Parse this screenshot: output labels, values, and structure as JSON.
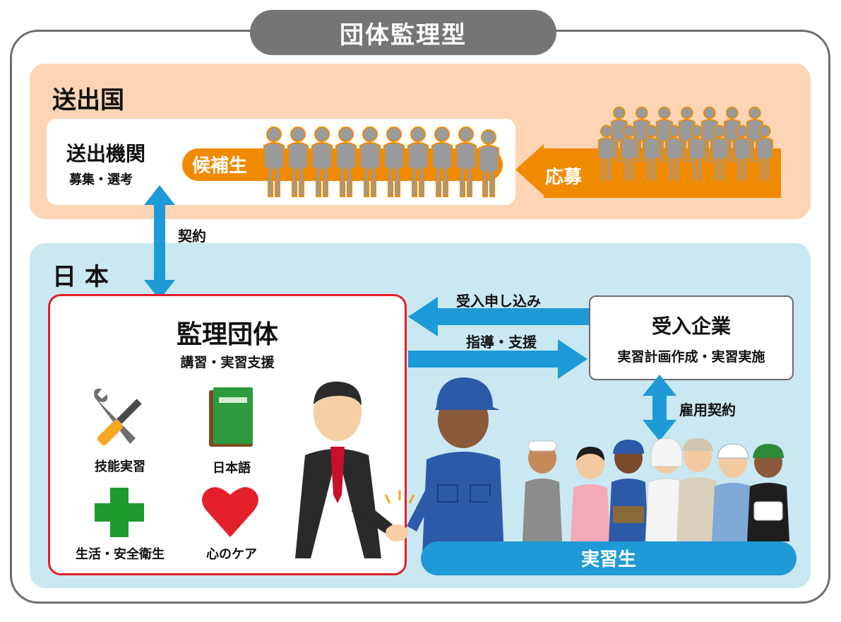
{
  "title": "団体監理型",
  "regions": {
    "origin": "送出国",
    "japan": "日 本"
  },
  "sending_agency": {
    "title": "送出機関",
    "subtitle": "募集・選考"
  },
  "candidates": {
    "label": "候補生"
  },
  "application": {
    "label": "応募"
  },
  "edges": {
    "contract": "契約",
    "acceptance_request": "受入申し込み",
    "guidance_support": "指導・支援",
    "employment_contract": "雇用契約"
  },
  "supervising_org": {
    "title": "監理団体",
    "subtitle": "講習・実習支援",
    "services": [
      {
        "label": "技能実習",
        "icon": "tools-icon"
      },
      {
        "label": "日本語",
        "icon": "book-icon"
      },
      {
        "label": "生活・安全衛生",
        "icon": "cross-icon"
      },
      {
        "label": "心のケア",
        "icon": "heart-icon"
      }
    ]
  },
  "host_company": {
    "title": "受入企業",
    "subtitle": "実習計画作成・実習実施"
  },
  "trainees": {
    "label": "実習生"
  },
  "colors": {
    "orange": "#f08a00",
    "blue": "#1e9ad6",
    "red_border": "#e2202a",
    "gray": "#757575"
  }
}
